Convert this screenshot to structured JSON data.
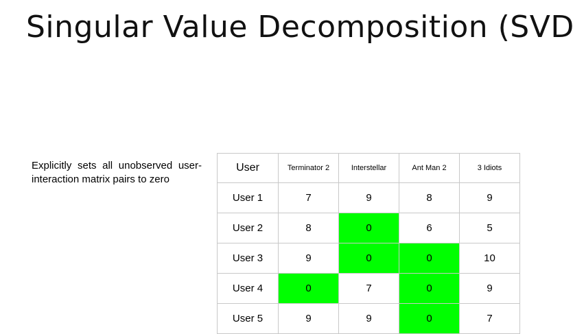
{
  "title": "Singular Value Decomposition (SVD)",
  "description": "Explicitly sets all unobserved user-interaction matrix pairs to zero",
  "table": {
    "header_user": "User",
    "movies": [
      "Terminator 2",
      "Interstellar",
      "Ant Man 2",
      "3 Idiots"
    ],
    "rows": [
      {
        "label": "User 1",
        "values": [
          "7",
          "9",
          "8",
          "9"
        ]
      },
      {
        "label": "User 2",
        "values": [
          "8",
          "0",
          "6",
          "5"
        ]
      },
      {
        "label": "User 3",
        "values": [
          "9",
          "0",
          "0",
          "10"
        ]
      },
      {
        "label": "User 4",
        "values": [
          "0",
          "7",
          "0",
          "9"
        ]
      },
      {
        "label": "User 5",
        "values": [
          "9",
          "9",
          "0",
          "7"
        ]
      }
    ],
    "highlight_color": "#00ff00"
  }
}
